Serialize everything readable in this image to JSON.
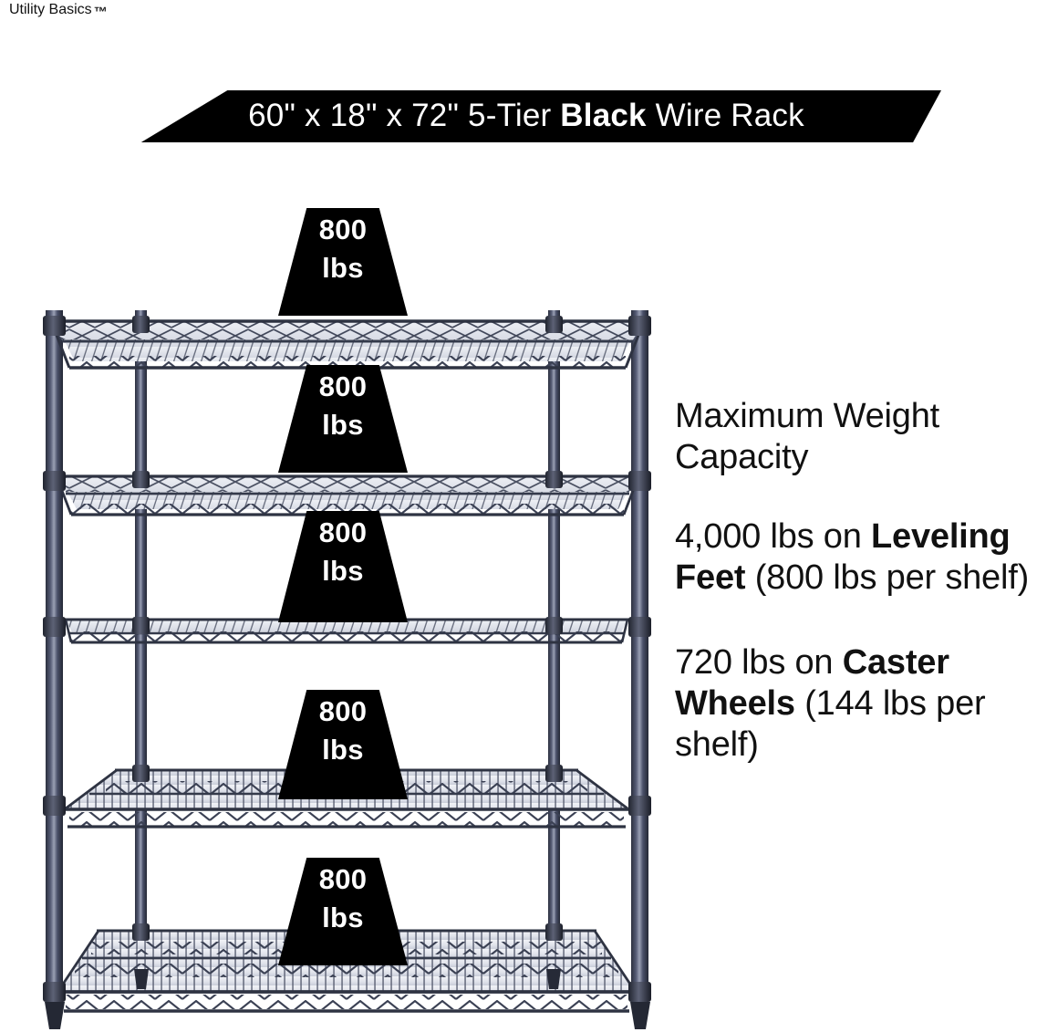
{
  "brand": {
    "name": "Utility Basics",
    "trademark": "™"
  },
  "banner": {
    "dimensions": "60\" x 18\" x 72\"",
    "tier": "5-Tier",
    "color_word": "Black",
    "product": "Wire Rack",
    "full_text": "60\" x 18\" x 72\" 5-Tier Black Wire Rack",
    "background_color": "#000000",
    "text_color": "#ffffff"
  },
  "rack": {
    "tier_count": 5,
    "frame_color": "#3a3f52",
    "shelf_badges": [
      {
        "amount": "800",
        "unit": "lbs"
      },
      {
        "amount": "800",
        "unit": "lbs"
      },
      {
        "amount": "800",
        "unit": "lbs"
      },
      {
        "amount": "800",
        "unit": "lbs"
      },
      {
        "amount": "800",
        "unit": "lbs"
      }
    ]
  },
  "copy": {
    "heading_line1": "Maximum Weight",
    "heading_line2": "Capacity",
    "leveling": {
      "total": "4,000 lbs on ",
      "bold": "Leveling Feet",
      "rest": " (800 lbs per shelf)"
    },
    "caster": {
      "total": "720 lbs on ",
      "bold": "Caster Wheels",
      "rest": " (144 lbs per shelf)"
    }
  }
}
